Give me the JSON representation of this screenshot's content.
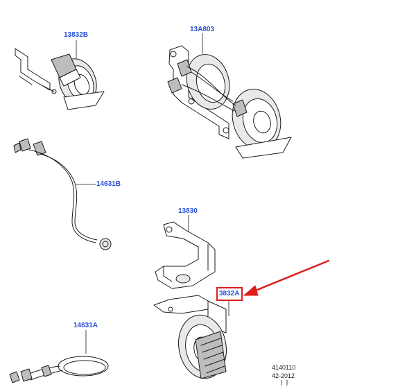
{
  "labels": {
    "part_13832B": "13832B",
    "part_13A803": "13A803",
    "part_14631B": "14631B",
    "part_13830": "13830",
    "part_3832A": "3832A",
    "part_14631A": "14631A"
  },
  "drawing_code": {
    "line1": "4140110",
    "line2": "42-2012"
  },
  "colors": {
    "label_blue": "#2b4fd6",
    "highlight_red": "#e01e1e",
    "line_art": "#1a1a1a"
  }
}
